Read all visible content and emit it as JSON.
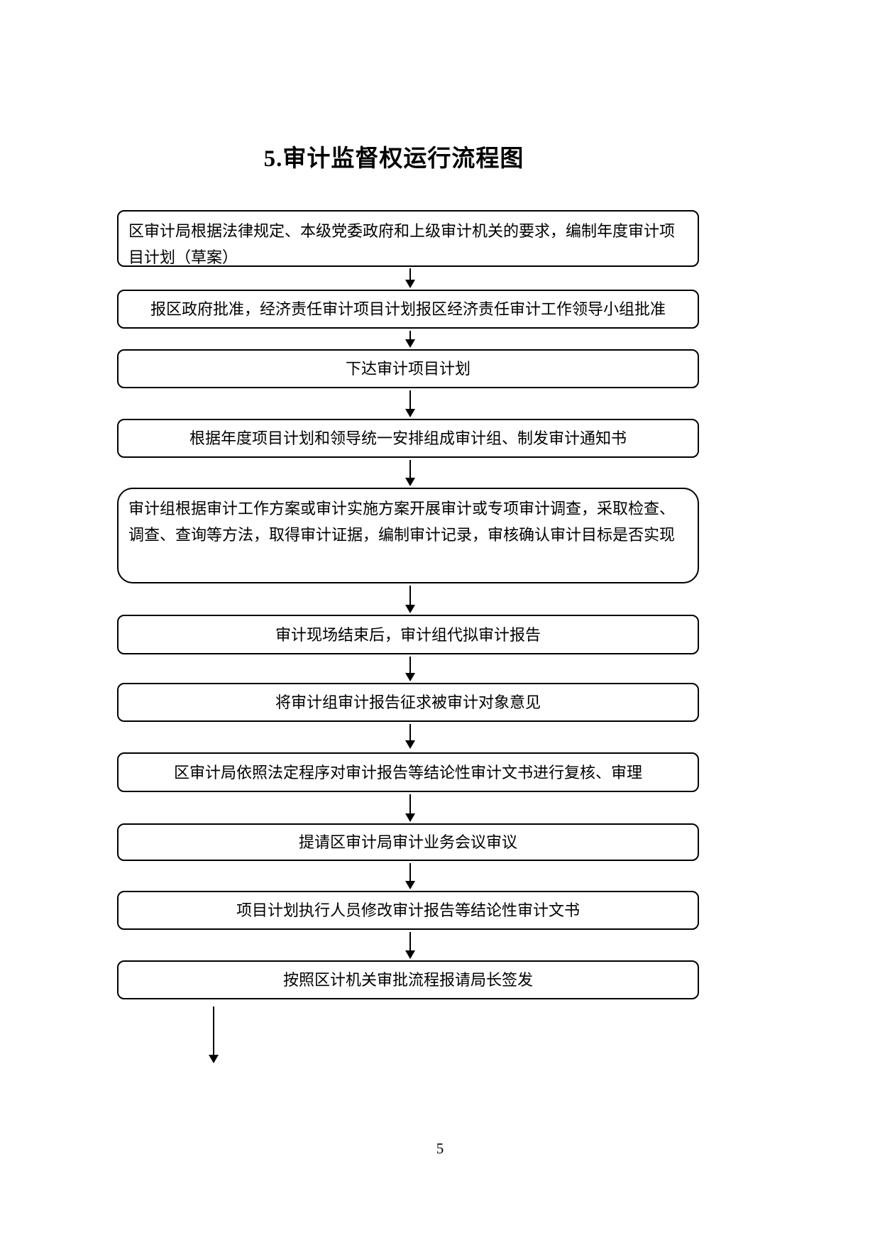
{
  "title": "5.审计监督权运行流程图",
  "page_number": "5",
  "colors": {
    "background": "#ffffff",
    "border": "#000000",
    "text": "#000000"
  },
  "flow": {
    "type": "vertical-flowchart",
    "steps": [
      {
        "id": 1,
        "text": "区审计局根据法律规定、本级党委政府和上级审计机关的要求，编制年度审计项目计划（草案）"
      },
      {
        "id": 2,
        "text": "报区政府批准，经济责任审计项目计划报区经济责任审计工作领导小组批准"
      },
      {
        "id": 3,
        "text": "下达审计项目计划"
      },
      {
        "id": 4,
        "text": "根据年度项目计划和领导统一安排组成审计组、制发审计通知书"
      },
      {
        "id": 5,
        "text": "审计组根据审计工作方案或审计实施方案开展审计或专项审计调查，采取检查、调查、查询等方法，取得审计证据，编制审计记录，审核确认审计目标是否实现"
      },
      {
        "id": 6,
        "text": "审计现场结束后，审计组代拟审计报告"
      },
      {
        "id": 7,
        "text": "将审计组审计报告征求被审计对象意见"
      },
      {
        "id": 8,
        "text": "区审计局依照法定程序对审计报告等结论性审计文书进行复核、审理"
      },
      {
        "id": 9,
        "text": "提请区审计局审计业务会议审议"
      },
      {
        "id": 10,
        "text": "项目计划执行人员修改审计报告等结论性审计文书"
      },
      {
        "id": 11,
        "text": "按照区计机关审批流程报请局长签发"
      }
    ]
  }
}
